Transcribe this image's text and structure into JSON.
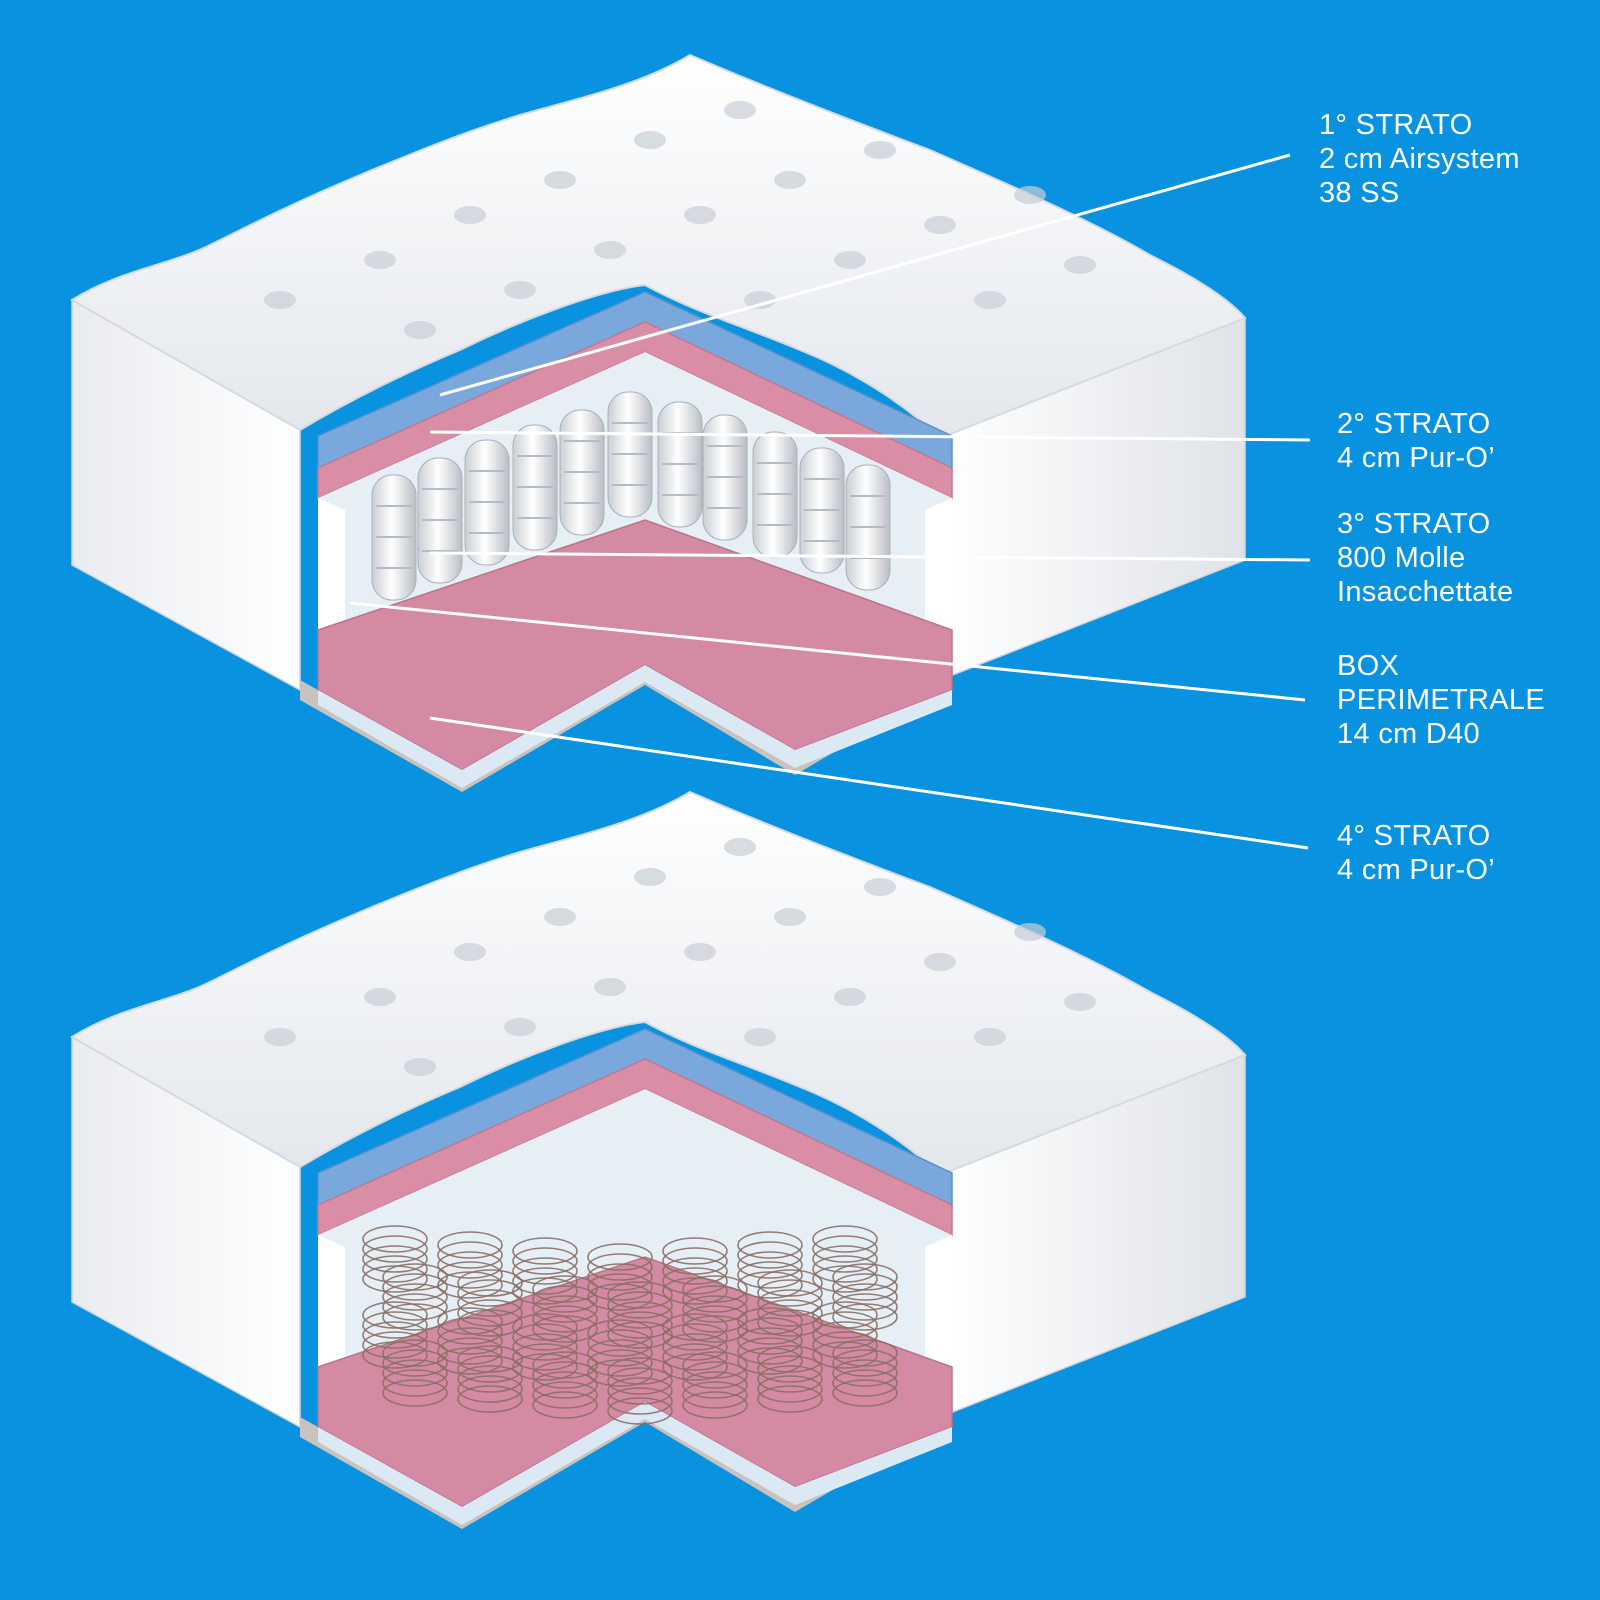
{
  "colors": {
    "background": "#0892e0",
    "cover": "#f4f5f7",
    "cover_shade": "#d9dde3",
    "airsystem_layer": "#7aa8dc",
    "pur_layer": "#d98ea6",
    "spring_zone": "#e6eef6",
    "box_perimetrale": "#d58aa3",
    "bottom_layer": "#dbe9f5",
    "leader_line": "#ffffff"
  },
  "labels": [
    {
      "id": "layer-1",
      "lines": [
        "1° STRATO",
        "2 cm Airsystem",
        "38 SS"
      ]
    },
    {
      "id": "layer-2",
      "lines": [
        "2° STRATO",
        "4 cm Pur-O’"
      ]
    },
    {
      "id": "layer-3",
      "lines": [
        "3° STRATO",
        "800 Molle",
        "Insacchettate"
      ]
    },
    {
      "id": "box",
      "lines": [
        "BOX",
        "PERIMETRALE",
        "14 cm D40"
      ]
    },
    {
      "id": "layer-4",
      "lines": [
        "4° STRATO",
        "4 cm Pur-O’"
      ]
    }
  ],
  "figures": [
    {
      "id": "pocket-spring-mattress",
      "spring_type": "pocket"
    },
    {
      "id": "coil-spring-mattress",
      "spring_type": "coil"
    }
  ]
}
